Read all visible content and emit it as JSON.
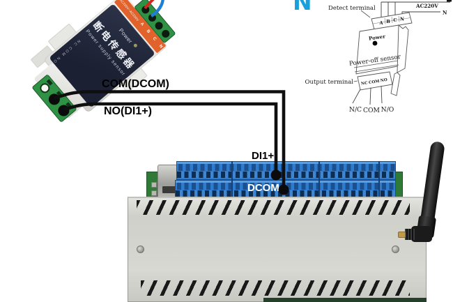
{
  "wiring_labels": {
    "com": "COM(DCOM)",
    "no": "NO(DI1+)",
    "di1": "DI1+",
    "dcom": "DCOM"
  },
  "sensor_photo": {
    "power_led": "Power",
    "name_cn": "断电传感器",
    "name_en": "Power supply sensor",
    "output_marking": "NC COM NO",
    "input_marking": "AC220V~AC220V",
    "input_terminals": "A B C N"
  },
  "schematic": {
    "big_n": "N",
    "detect_label": "Detect terminal",
    "output_label": "Output terminal",
    "power": "Power",
    "device_name": "Power-off sensor",
    "ac_voltage": "AC220V",
    "neutral": "N",
    "top_terminals": [
      "A",
      "B",
      "C",
      "N"
    ],
    "output_terminals": [
      "NC",
      "COM",
      "NO"
    ],
    "output_wire_labels": [
      "N/C",
      "COM",
      "N/O"
    ]
  },
  "colors": {
    "terminal_blue": "#2e7ccf",
    "wire_black": "#0f0f0f",
    "sensor_label_navy": "#232840",
    "sensor_orange": "#e2622b",
    "terminal_green": "#2f9144",
    "big_n_blue": "#18a0dc",
    "enclosure_gray": "#d6d6d0"
  }
}
